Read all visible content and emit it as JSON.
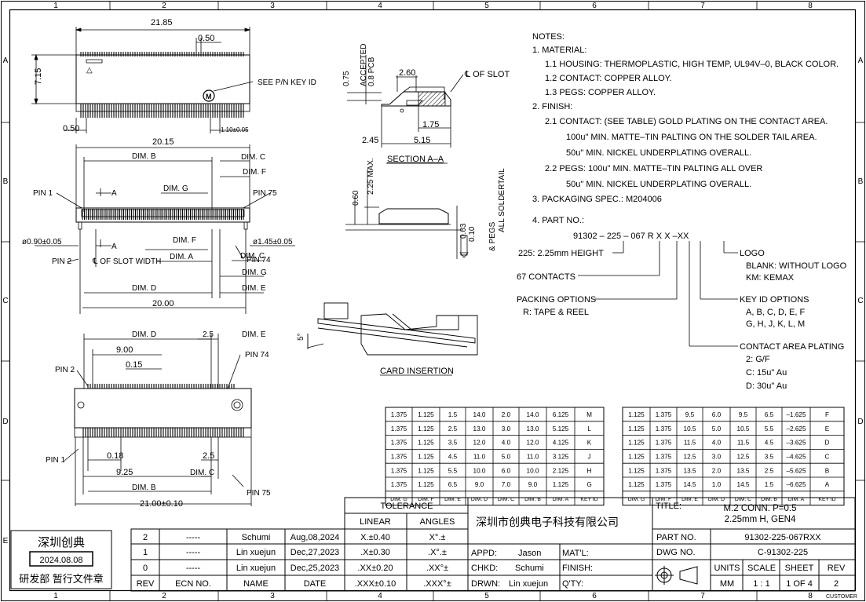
{
  "frame": {
    "cols": [
      "1",
      "2",
      "3",
      "4",
      "5",
      "6",
      "7",
      "8"
    ],
    "rows": [
      "A",
      "B",
      "C",
      "D",
      "E"
    ]
  },
  "view_top": {
    "width_dim": "21.85",
    "pitch_dim": "0.50",
    "height_dim": "7.15",
    "left_dim": "0.50",
    "tail_dim": "1.10±0.05",
    "key_mark": "M",
    "key_note": "SEE P/N KEY ID"
  },
  "view_mid": {
    "overall": "20.15",
    "dim_b": "DIM. B",
    "dim_c": "DIM. C",
    "dim_f": "DIM. F",
    "dim_g": "DIM. G",
    "dim_a": "DIM. A",
    "dim_f2": "DIM. F",
    "dim_c2": "DIM. C",
    "dim_g2": "DIM. G",
    "dim_d": "DIM. D",
    "dim_e": "DIM. E",
    "pin1": "PIN 1",
    "pin75": "PIN 75",
    "pin2": "PIN 2",
    "pin74": "PIN 74",
    "sec_a1": "A",
    "sec_a2": "A",
    "hole_left": "ø0.90±0.05",
    "hole_right": "ø1.45±0.05",
    "cl_slot": "℄ OF SLOT WIDTH",
    "width": "20.00"
  },
  "view_bottom": {
    "dim_d": "DIM. D",
    "dim_e": "DIM. E",
    "dim_900": "9.00",
    "dim_015": "0.15",
    "pin2": "PIN 2",
    "pin74": "PIN 74",
    "pin1": "PIN 1",
    "pin75": "PIN 75",
    "dim_018": "0.18",
    "dim_925": "9.25",
    "dim_25a": "2.5",
    "dim_25b": "2.5",
    "dim_c": "DIM. C",
    "dim_b": "DIM. B",
    "overall": "21.00±0.10"
  },
  "section": {
    "accepted": "ACCEPTED",
    "pcb": "0.8 PCB",
    "d075": "0.75",
    "d260": "2.60",
    "cl_slot": "℄ OF SLOT",
    "d175": "1.75",
    "d245": "2.45",
    "d515": "5.15",
    "title": "SECTION  A–A"
  },
  "side": {
    "d225": "2.25 MAX.",
    "d060": "0.60",
    "d003": "0.03",
    "d010": "0.10",
    "solder1": "ALL SOLDERTAIL",
    "solder2": "& PEGS"
  },
  "card": {
    "angle": "5°",
    "title": "CARD  INSERTION"
  },
  "notes": [
    "NOTES:",
    "1.  MATERIAL:",
    "1.1  HOUSING: THERMOPLASTIC, HIGH TEMP, UL94V–0, BLACK COLOR.",
    "1.2  CONTACT: COPPER ALLOY.",
    "1.3  PEGS: COPPER ALLOY.",
    "2.  FINISH:",
    "2.1  CONTACT: (SEE TABLE) GOLD PLATING ON THE CONTACT AREA.",
    "100u\" MIN. MATTE–TIN PALTING ON THE SOLDER TAIL AREA.",
    "50u\" MIN. NICKEL UNDERPLATING OVERALL.",
    "2.2  PEGS: 100u\" MIN. MATTE–TIN PALTING ALL OVER",
    "50u\" MIN. NICKEL UNDERPLATING OVERALL.",
    "3.  PACKAGING SPEC.:    M204006",
    "4.  PART NO.:"
  ],
  "partno": {
    "code": "91302  –  225  –  067  R  X  X  –XX",
    "height": "225: 2.25mm HEIGHT",
    "contacts": "67 CONTACTS",
    "packing1": "PACKING OPTIONS",
    "packing2": "R: TAPE & REEL",
    "logo1": "LOGO",
    "logo2": "BLANK: WITHOUT LOGO",
    "logo3": "KM: KEMAX",
    "key1": "KEY ID OPTIONS",
    "key2": "A, B, C, D, E, F",
    "key3": "G, H, J, K, L, M",
    "plate1": "CONTACT AREA PLATING",
    "plate2": "2: G/F",
    "plate3": "C: 15u\" Au",
    "plate4": "D: 30u\" Au"
  },
  "table_left": {
    "header": [
      "DIM. G",
      "DIM. F",
      "DIM. E",
      "DIM. D",
      "DIM. C",
      "DIM. B",
      "DIM. A",
      "KEY ID"
    ],
    "rows": [
      [
        "1.375",
        "1.125",
        "1.5",
        "14.0",
        "2.0",
        "14.0",
        "6.125",
        "M"
      ],
      [
        "1.375",
        "1.125",
        "2.5",
        "13.0",
        "3.0",
        "13.0",
        "5.125",
        "L"
      ],
      [
        "1.375",
        "1.125",
        "3.5",
        "12.0",
        "4.0",
        "12.0",
        "4.125",
        "K"
      ],
      [
        "1.375",
        "1.125",
        "4.5",
        "11.0",
        "5.0",
        "11.0",
        "3.125",
        "J"
      ],
      [
        "1.375",
        "1.125",
        "5.5",
        "10.0",
        "6.0",
        "10.0",
        "2.125",
        "H"
      ],
      [
        "1.375",
        "1.125",
        "6.5",
        "9.0",
        "7.0",
        "9.0",
        "1.125",
        "G"
      ]
    ]
  },
  "table_right": {
    "header": [
      "DIM. G",
      "DIM. F",
      "DIM. E",
      "DIM. D",
      "DIM. C",
      "DIM. B",
      "DIM. A",
      "KEY ID"
    ],
    "rows": [
      [
        "1.125",
        "1.375",
        "9.5",
        "6.0",
        "9.5",
        "6.5",
        "–1.625",
        "F"
      ],
      [
        "1.125",
        "1.375",
        "10.5",
        "5.0",
        "10.5",
        "5.5",
        "–2.625",
        "E"
      ],
      [
        "1.125",
        "1.375",
        "11.5",
        "4.0",
        "11.5",
        "4.5",
        "–3.625",
        "D"
      ],
      [
        "1.125",
        "1.375",
        "12.5",
        "3.0",
        "12.5",
        "3.5",
        "–4.625",
        "C"
      ],
      [
        "1.125",
        "1.375",
        "13.5",
        "2.0",
        "13.5",
        "2.5",
        "–5.625",
        "B"
      ],
      [
        "1.125",
        "1.375",
        "14.5",
        "1.0",
        "14.5",
        "1.5",
        "–6.625",
        "A"
      ]
    ]
  },
  "revisions": {
    "header": [
      "REV",
      "ECN NO.",
      "NAME",
      "DATE"
    ],
    "rows": [
      [
        "2",
        "-----",
        "Schumi",
        "Aug,08,2024"
      ],
      [
        "1",
        "-----",
        "Lin  xuejun",
        "Dec,27,2023"
      ],
      [
        "0",
        "-----",
        "Lin  xuejun",
        "Dec,25,2023"
      ]
    ]
  },
  "tolerance": {
    "title": "TOLERANCE",
    "linear": "LINEAR",
    "angles": "ANGLES",
    "rows": [
      [
        "X.±0.40",
        "X°.±"
      ],
      [
        ".X±0.30",
        ".X°.±"
      ],
      [
        ".XX±0.20",
        ".XX°±"
      ],
      [
        ".XXX±0.10",
        ".XXX°±"
      ]
    ]
  },
  "stamp": {
    "name": "深圳创典",
    "date": "2024.08.08",
    "dept": "研发部  暂行文件章"
  },
  "title_block": {
    "company": "深圳市创典电子科技有限公司",
    "title_label": "TITLE:",
    "title1": "M.2  CONN.  P=0.5",
    "title2": "2.25mm  H,  GEN4",
    "part_label": "PART  NO.",
    "part": "91302-225-067RXX",
    "dwg_label": "DWG  NO.",
    "dwg": "C-91302-225",
    "appd_label": "APPD:",
    "appd": "Jason",
    "chkd_label": "CHKD:",
    "chkd": "Schumi",
    "drwn_label": "DRWN:",
    "drwn": "Lin  xuejun",
    "matl": "MAT'L:",
    "finish": "FINISH:",
    "qty": "Q'TY:",
    "units_label": "UNITS",
    "units": "MM",
    "scale_label": "SCALE",
    "scale": "1 : 1",
    "sheet_label": "SHEET",
    "sheet": "1  OF  4",
    "rev_label": "REV",
    "rev": "2",
    "customer": "CUSTOMER"
  }
}
